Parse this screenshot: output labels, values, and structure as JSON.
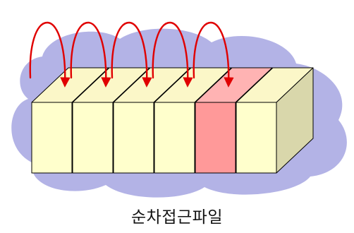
{
  "caption": "순차접근파일",
  "colors": {
    "cloud": "#b3b3e6",
    "record_face": "#ffffcc",
    "record_top": "#fbf7c8",
    "record_side": "#d9d7ab",
    "current_face": "#ff9999",
    "current_top": "#ffb3b3",
    "outline": "#000000",
    "arrow": "#e00000"
  },
  "diagram": {
    "records_count": 6,
    "current_record_index": 4,
    "arrows_count": 5
  }
}
